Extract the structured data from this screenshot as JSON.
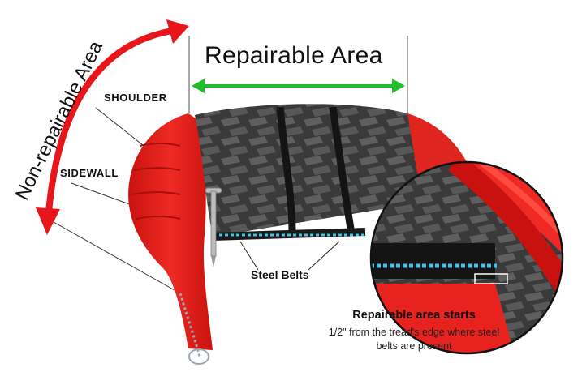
{
  "labels": {
    "repairable_area": "Repairable Area",
    "non_repairable_area": "Non-repairable Area",
    "shoulder": "SHOULDER",
    "sidewall": "SIDEWALL",
    "steel_belts": "Steel Belts",
    "note_title": "Repairable area starts",
    "note_body": "1/2\" from the tread's edge where steel belts are present"
  },
  "colors": {
    "tire_red": "#e8221e",
    "tread_dark": "#2b2b2b",
    "tread_light": "#6a6a6a",
    "arrow_green": "#1fbe2c",
    "arrow_red": "#e8151b",
    "belt_blue": "#3fc3e6"
  },
  "icons": [
    "nail-icon",
    "zoom-circle-icon"
  ]
}
